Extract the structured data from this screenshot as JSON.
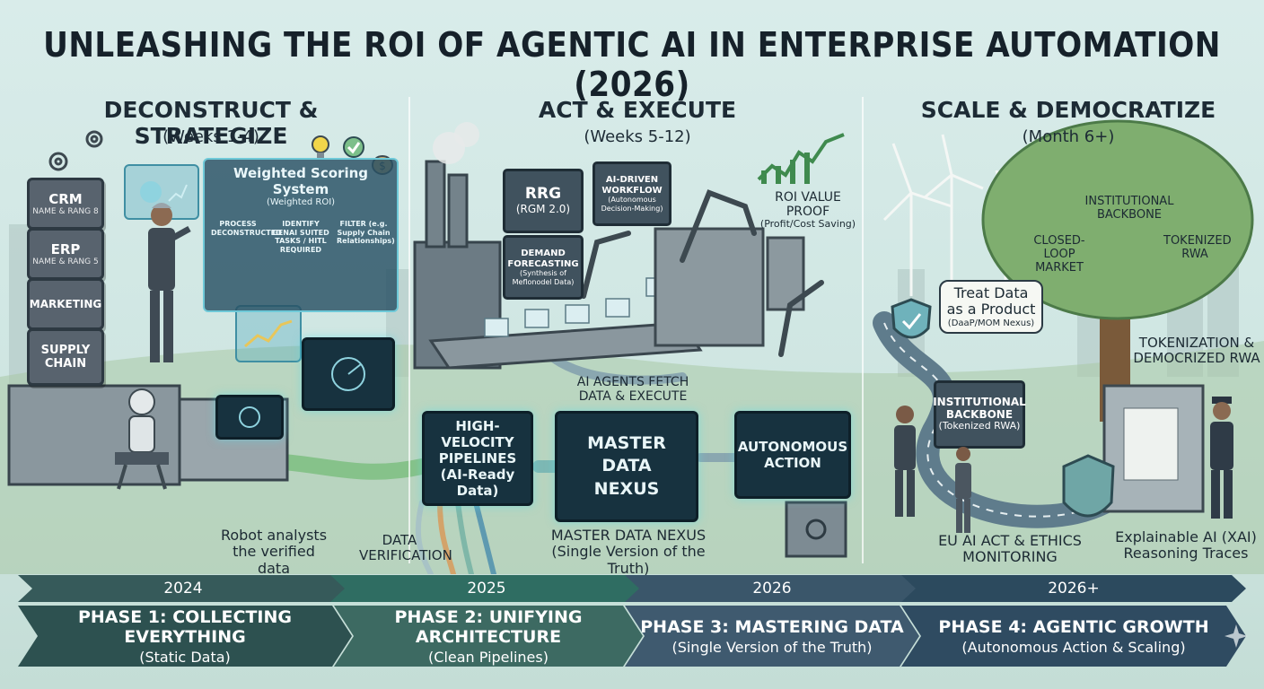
{
  "title": "UNLEASHING THE ROI OF AGENTIC AI IN ENTERPRISE AUTOMATION (2026)",
  "sections": [
    {
      "title": "DECONSTRUCT & STRATEGIZE",
      "subtitle": "(Weeks 1-4)"
    },
    {
      "title": "ACT & EXECUTE",
      "subtitle": "(Weeks 5-12)"
    },
    {
      "title": "SCALE & DEMOCRATIZE",
      "subtitle": "(Month 6+)"
    }
  ],
  "systems": [
    {
      "label": "CRM",
      "sub": "NAME & RANG 8"
    },
    {
      "label": "ERP",
      "sub": "NAME & RANG 5"
    },
    {
      "label": "MARKETING",
      "sub": ""
    },
    {
      "label": "SUPPLY CHAIN",
      "sub": ""
    }
  ],
  "scoring": {
    "title": "Weighted Scoring System",
    "subtitle": "(Weighted ROI)",
    "steps": [
      "PROCESS DECONSTRUCTED",
      "IDENTIFY GENAI SUITED TASKS / HITL REQUIRED",
      "FILTER (e.g. Supply Chain Relationships)"
    ]
  },
  "robot_label": "Robot analysts the verified data",
  "data_verification": "DATA VERIFICATION",
  "rrg": {
    "title": "RRG",
    "sub": "(RGM 2.0)"
  },
  "ai_workflow": {
    "title": "AI-DRIVEN WORKFLOW",
    "sub": "(Autonomous Decision-Making)"
  },
  "demand": {
    "title": "DEMAND FORECASTING",
    "sub": "(Synthesis of Meflonodel Data)"
  },
  "roi_proof": {
    "title": "ROI VALUE PROOF",
    "sub": "(Profit/Cost Saving)"
  },
  "ai_agents": "AI AGENTS FETCH DATA & EXECUTE",
  "pipelines": "HIGH-VELOCITY PIPELINES (AI-Ready Data)",
  "nexus": "MASTER DATA NEXUS",
  "nexus_caption": {
    "title": "MASTER DATA NEXUS",
    "sub": "(Single Version of the Truth)"
  },
  "autonomous": "AUTONOMOUS ACTION",
  "treat_data": {
    "title": "Treat Data as a Product",
    "sub": "(DaaP/MOM Nexus)"
  },
  "tree": {
    "top": "INSTITUTIONAL BACKBONE",
    "left": "CLOSED-LOOP MARKET",
    "right": "TOKENIZED RWA"
  },
  "tokenization": "TOKENIZATION & DEMOCRIZED RWA",
  "inst_sign": {
    "title": "INSTITUTIONAL BACKBONE",
    "sub": "(Tokenized RWA)"
  },
  "eu_ai": "EU AI ACT & ETHICS MONITORING",
  "xai": "Explainable AI (XAI) Reasoning Traces",
  "timeline": [
    {
      "year": "2024",
      "phase": "PHASE 1: COLLECTING EVERYTHING",
      "sub": "(Static Data)",
      "color": "#365a5a",
      "pcolor": "#2d5150"
    },
    {
      "year": "2025",
      "phase": "PHASE 2: UNIFYING ARCHITECTURE",
      "sub": "(Clean Pipelines)",
      "color": "#2f6d62",
      "pcolor": "#3d6a62"
    },
    {
      "year": "2026",
      "phase": "PHASE 3: MASTERING DATA",
      "sub": "(Single Version of the Truth)",
      "color": "#3a566a",
      "pcolor": "#3f5a6f"
    },
    {
      "year": "2026+",
      "phase": "PHASE 4: AGENTIC GROWTH",
      "sub": "(Autonomous Action & Scaling)",
      "color": "#2c4a5e",
      "pcolor": "#2f4b61"
    }
  ]
}
